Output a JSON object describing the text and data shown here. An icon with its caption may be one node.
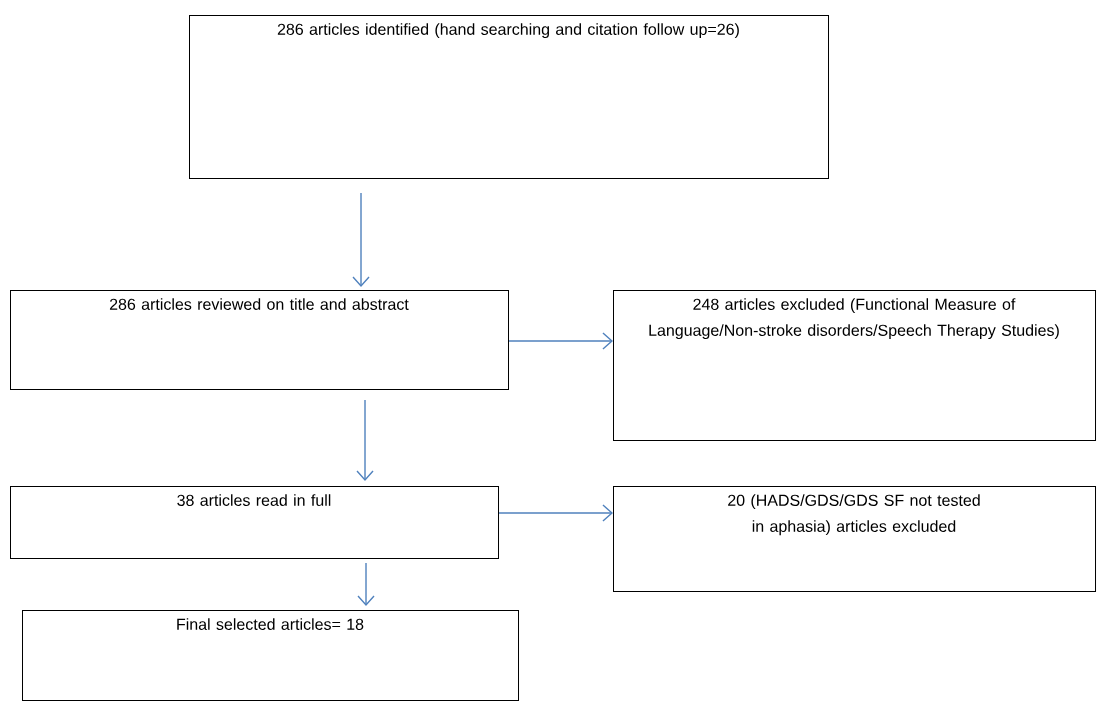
{
  "diagram": {
    "nodes": [
      {
        "text": [
          "286 articles identified (hand searching and citation follow up=26)"
        ]
      },
      {
        "text": [
          "286 articles reviewed on title and abstract"
        ]
      },
      {
        "text": [
          "248 articles excluded (Functional Measure of Language/Non-stroke disorders/Speech Therapy Studies)"
        ]
      },
      {
        "text": [
          "38 articles read in full"
        ]
      },
      {
        "text": [
          "20 (HADS/GDS/GDS SF not tested in aphasia) articles excluded"
        ]
      },
      {
        "text": [
          "Final selected articles= 18"
        ]
      }
    ],
    "edges": [
      {
        "from": 0,
        "to": 1,
        "arrow": "to"
      },
      {
        "from": 1,
        "to": 2,
        "arrow": "to"
      },
      {
        "from": 1,
        "to": 3,
        "arrow": "to"
      },
      {
        "from": 3,
        "to": 4,
        "arrow": "to"
      },
      {
        "from": 3,
        "to": 5,
        "arrow": "to"
      }
    ]
  }
}
